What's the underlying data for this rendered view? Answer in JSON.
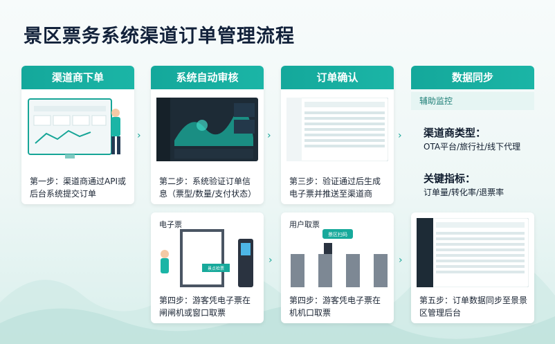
{
  "title": "景区票务系统渠道订单管理流程",
  "columns": [
    {
      "head": "渠道商下单",
      "step": "第一步：渠道商通过API或后台系统提交订单"
    },
    {
      "head": "系统自动审核",
      "step": "第二步：系统验证订单信息（票型/数量/支付状态）"
    },
    {
      "head": "订单确认",
      "step": "第三步：验证通过后生成电子票并推送至渠道商"
    }
  ],
  "data_sync": {
    "head": "数据同步",
    "sub": "辅助监控",
    "channel_title": "渠道商类型：",
    "channel_values": "OTA平台/旅行社/线下代理",
    "kpi_title": "关键指标：",
    "kpi_values": "订单量/转化率/退票率"
  },
  "lower": [
    {
      "label": "电子票",
      "step": "第四步：游客凭电子票在闸闸机或窗口取票",
      "gate_text": "景点检票"
    },
    {
      "label": "用户取票",
      "step": "第四步：游客凭电子票在机机口取票",
      "gate_text": "景区扫码"
    },
    {
      "label": "",
      "step": "第五步：订单数据同步至景景区管理后台"
    }
  ],
  "colors": {
    "accent": "#17a99b",
    "dark_panel": "#1d2b36",
    "title": "#12213a"
  }
}
